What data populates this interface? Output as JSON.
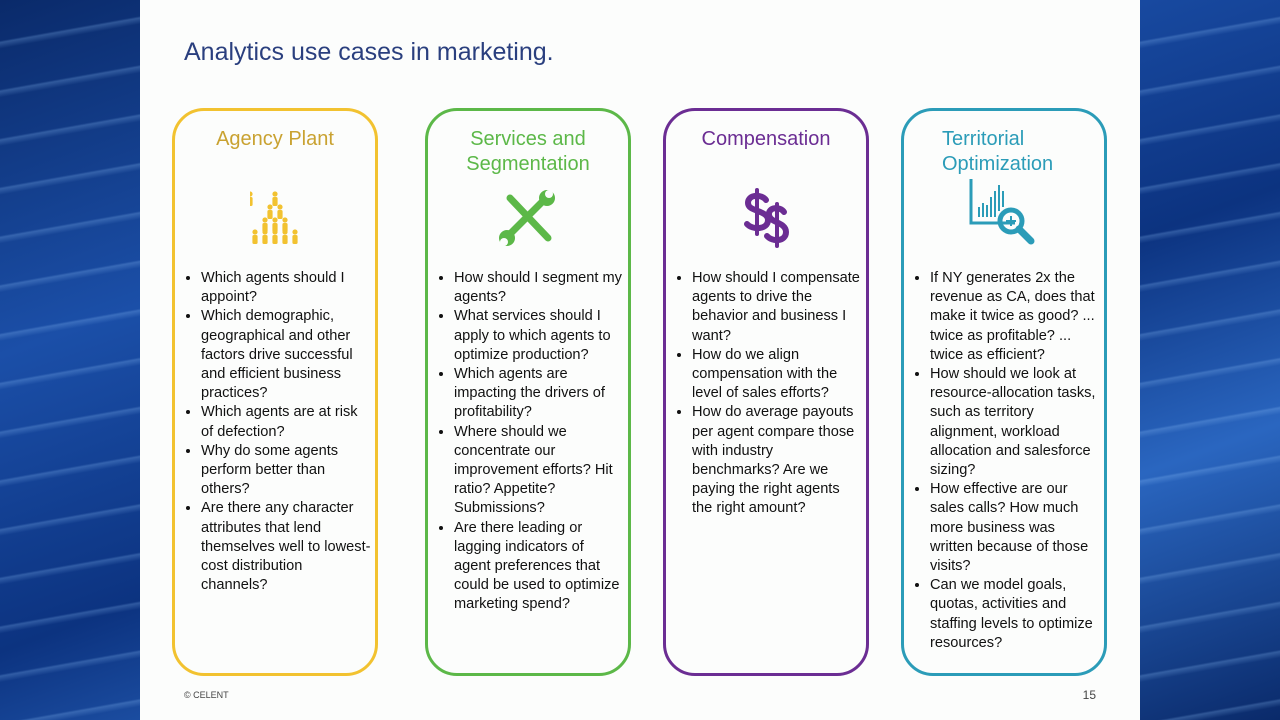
{
  "title": "Analytics use cases in marketing.",
  "colors": {
    "agency": "#f2c230",
    "services": "#5cb848",
    "compensation": "#6b2d93",
    "territorial": "#2b9cb8"
  },
  "cards": [
    {
      "title": "Agency Plant",
      "icon": "people-pyramid-icon",
      "items": [
        "Which agents should I appoint?",
        "Which demographic, geographical and other factors drive successful and efficient business practices?",
        "Which agents are at risk of defection?",
        "Why do some agents perform better than others?",
        "Are there any character attributes that lend themselves well to lowest-cost distribution channels?"
      ]
    },
    {
      "title": "Services and Segmentation",
      "icon": "wrench-screwdriver-icon",
      "items": [
        "How should I segment my agents?",
        "What services should I apply to which agents to optimize production?",
        "Which agents are impacting the drivers of profitability?",
        "Where should we concentrate our improvement efforts? Hit ratio? Appetite? Submissions?",
        "Are there leading or lagging indicators of agent preferences that could be used to optimize marketing spend?"
      ]
    },
    {
      "title": "Compensation",
      "icon": "dollar-sign-icon",
      "items": [
        "How should I compensate agents to drive the behavior and business I want?",
        "How do we align compensation with the level of sales efforts?",
        "How do average payouts per agent compare those with industry benchmarks? Are we paying the right agents the right amount?"
      ]
    },
    {
      "title": "Territorial Optimization",
      "icon": "chart-magnifier-icon",
      "items": [
        "If NY generates 2x the revenue as CA, does that make it twice as good? ... twice as profitable? ... twice as efficient?",
        "How should we look at resource-allocation tasks, such as territory alignment, workload allocation and salesforce sizing?",
        "How effective are our sales calls? How much more business was written because of those visits?",
        "Can we model goals, quotas, activities and staffing levels to optimize resources?"
      ]
    }
  ],
  "footer": "© CELENT",
  "page_number": "15"
}
